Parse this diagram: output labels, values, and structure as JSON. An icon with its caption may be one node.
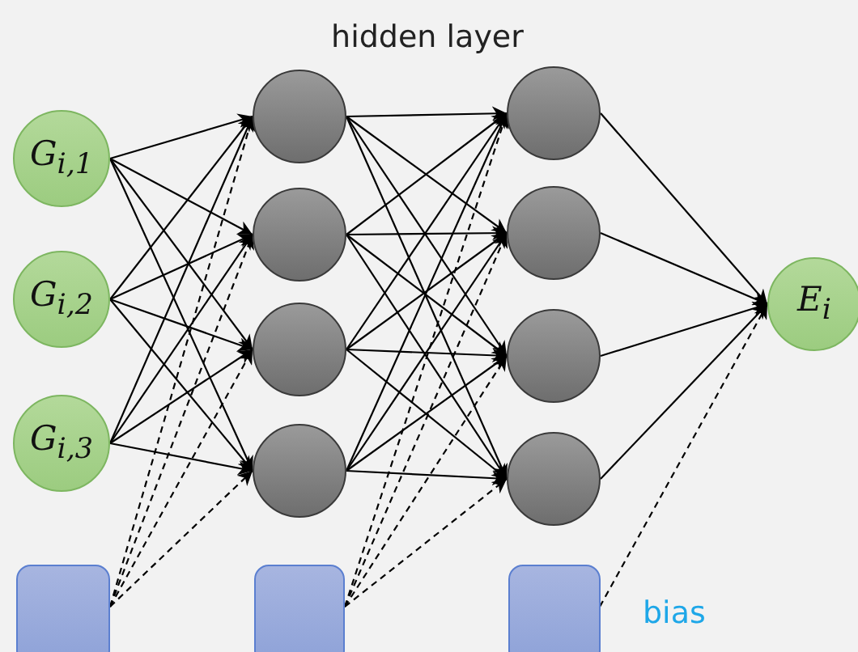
{
  "diagram": {
    "nodes": [
      {
        "text": [
          "G$_{i,1}$"
        ]
      },
      {
        "text": [
          "G$_{i,2}$"
        ]
      },
      {
        "text": [
          "G$_{i,3}$"
        ]
      },
      {
        "text": [],
        "shape": "circle"
      },
      {
        "text": [],
        "shape": "circle"
      },
      {
        "text": [],
        "shape": "circle"
      },
      {
        "text": [],
        "shape": "circle"
      },
      {
        "text": [],
        "shape": "circle"
      },
      {
        "text": [],
        "shape": "circle"
      },
      {
        "text": [],
        "shape": "circle"
      },
      {
        "text": [],
        "shape": "circle"
      },
      {
        "text": [
          "E$_{i}$"
        ]
      },
      {
        "text": [],
        "shape": "box"
      },
      {
        "text": [],
        "shape": "box"
      },
      {
        "text": [],
        "shape": "box"
      }
    ],
    "edges": [
      {
        "from": 0,
        "to": 3,
        "arrow": "to"
      },
      {
        "from": 0,
        "to": 4,
        "arrow": "to"
      },
      {
        "from": 0,
        "to": 5,
        "arrow": "to"
      },
      {
        "from": 0,
        "to": 6,
        "arrow": "to"
      },
      {
        "from": 1,
        "to": 3,
        "arrow": "to"
      },
      {
        "from": 1,
        "to": 4,
        "arrow": "to"
      },
      {
        "from": 1,
        "to": 5,
        "arrow": "to"
      },
      {
        "from": 1,
        "to": 6,
        "arrow": "to"
      },
      {
        "from": 2,
        "to": 3,
        "arrow": "to"
      },
      {
        "from": 2,
        "to": 4,
        "arrow": "to"
      },
      {
        "from": 2,
        "to": 5,
        "arrow": "to"
      },
      {
        "from": 2,
        "to": 6,
        "arrow": "to"
      },
      {
        "from": 12,
        "to": 3,
        "arrow": "to",
        "style": "dashed"
      },
      {
        "from": 12,
        "to": 4,
        "arrow": "to",
        "style": "dashed"
      },
      {
        "from": 12,
        "to": 5,
        "arrow": "to",
        "style": "dashed"
      },
      {
        "from": 12,
        "to": 6,
        "arrow": "to",
        "style": "dashed"
      },
      {
        "from": 3,
        "to": 7,
        "arrow": "to"
      },
      {
        "from": 3,
        "to": 8,
        "arrow": "to"
      },
      {
        "from": 3,
        "to": 9,
        "arrow": "to"
      },
      {
        "from": 3,
        "to": 10,
        "arrow": "to"
      },
      {
        "from": 4,
        "to": 7,
        "arrow": "to"
      },
      {
        "from": 4,
        "to": 8,
        "arrow": "to"
      },
      {
        "from": 4,
        "to": 9,
        "arrow": "to"
      },
      {
        "from": 4,
        "to": 10,
        "arrow": "to"
      },
      {
        "from": 5,
        "to": 7,
        "arrow": "to"
      },
      {
        "from": 5,
        "to": 8,
        "arrow": "to"
      },
      {
        "from": 5,
        "to": 9,
        "arrow": "to"
      },
      {
        "from": 5,
        "to": 10,
        "arrow": "to"
      },
      {
        "from": 6,
        "to": 7,
        "arrow": "to"
      },
      {
        "from": 6,
        "to": 8,
        "arrow": "to"
      },
      {
        "from": 6,
        "to": 9,
        "arrow": "to"
      },
      {
        "from": 6,
        "to": 10,
        "arrow": "to"
      },
      {
        "from": 13,
        "to": 7,
        "arrow": "to",
        "style": "dashed"
      },
      {
        "from": 13,
        "to": 8,
        "arrow": "to",
        "style": "dashed"
      },
      {
        "from": 13,
        "to": 9,
        "arrow": "to",
        "style": "dashed"
      },
      {
        "from": 13,
        "to": 10,
        "arrow": "to",
        "style": "dashed"
      },
      {
        "from": 7,
        "to": 11,
        "arrow": "to"
      },
      {
        "from": 8,
        "to": 11,
        "arrow": "to"
      },
      {
        "from": 9,
        "to": 11,
        "arrow": "to"
      },
      {
        "from": 10,
        "to": 11,
        "arrow": "to"
      },
      {
        "from": 14,
        "to": 11,
        "arrow": "to",
        "style": "dashed"
      }
    ],
    "labels": [
      "hidden layer",
      "bias"
    ]
  }
}
